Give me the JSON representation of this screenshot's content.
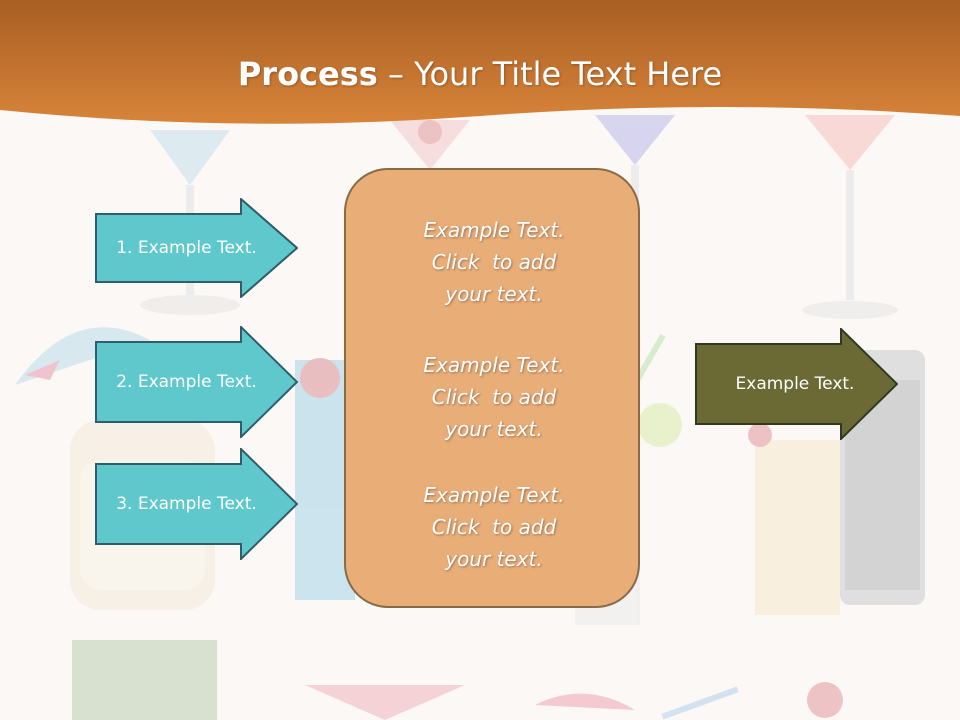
{
  "title": {
    "bold": "Process",
    "rest": " – Your Title Text Here"
  },
  "left_arrows": [
    {
      "label": "1. Example Text."
    },
    {
      "label": "2. Example Text."
    },
    {
      "label": "3. Example Text."
    }
  ],
  "center_blocks": [
    {
      "line1": "Example Text.",
      "line2": "Click  to add",
      "line3": "your text."
    },
    {
      "line1": "Example Text.",
      "line2": "Click  to add",
      "line3": "your text."
    },
    {
      "line1": "Example Text.",
      "line2": "Click  to add",
      "line3": "your text."
    }
  ],
  "right_arrow": {
    "label": "Example Text."
  },
  "colors": {
    "banner": "#d4782e",
    "left_arrow_fill": "#5fc8cc",
    "left_arrow_stroke": "#2f5d6a",
    "center_box_fill": "#e9ad78",
    "right_arrow_fill": "#6b6a35",
    "right_arrow_stroke": "#2f3a20"
  }
}
